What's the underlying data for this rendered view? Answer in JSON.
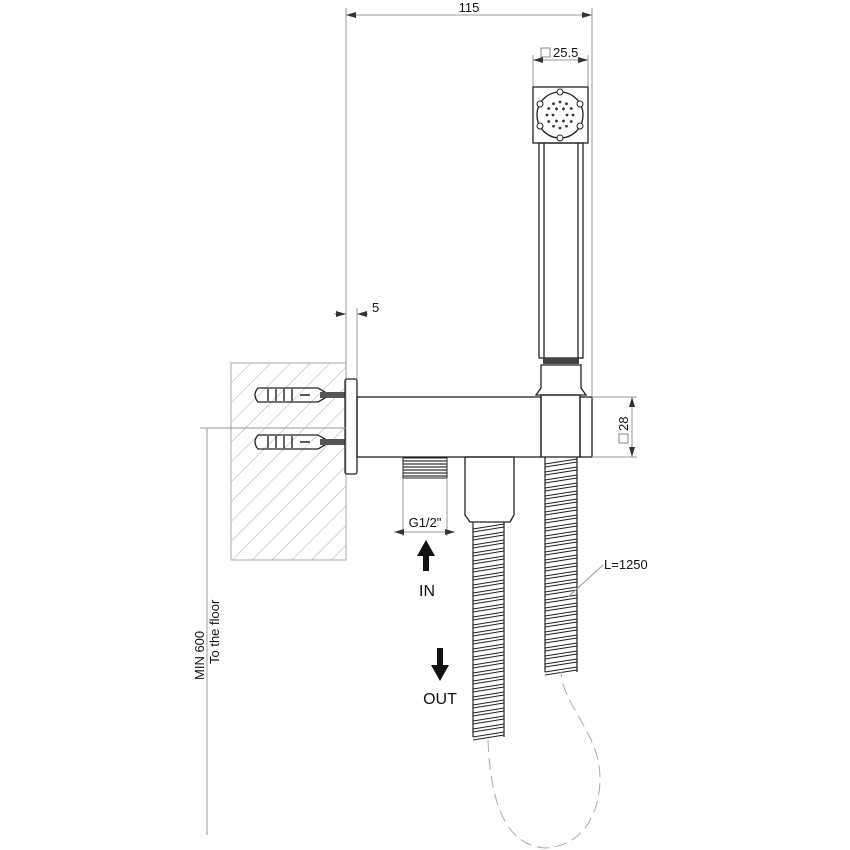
{
  "dimensions": {
    "overall_depth": "115",
    "head_size": "25.5",
    "wall_plate_offset": "5",
    "arm_size": "28",
    "inlet_thread": "G1/2\"",
    "hose_length": "L=1250",
    "floor_min": "MIN 600",
    "floor_note": "To the floor"
  },
  "flow": {
    "inlet": "IN",
    "outlet": "OUT"
  },
  "colors": {
    "line": "#222222",
    "dimension": "#999999",
    "hatch": "#aaaaaa"
  }
}
